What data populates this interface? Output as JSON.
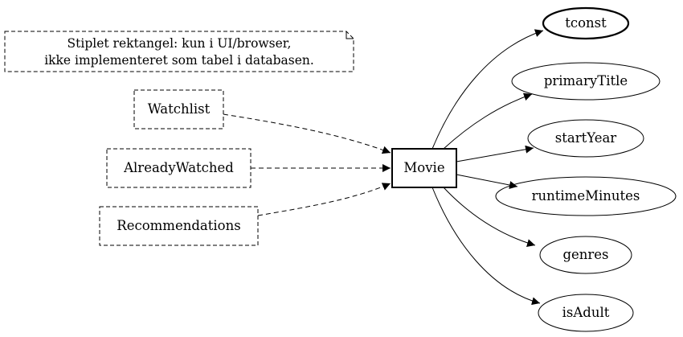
{
  "diagram": {
    "note": {
      "line1": "Stiplet rektangel: kun i UI/browser,",
      "line2": "ikke implementeret som tabel i databasen."
    },
    "entity": {
      "label": "Movie"
    },
    "ui_only": [
      {
        "id": "watchlist",
        "label": "Watchlist"
      },
      {
        "id": "alreadywatched",
        "label": "AlreadyWatched"
      },
      {
        "id": "recommendations",
        "label": "Recommendations"
      }
    ],
    "attributes": [
      {
        "id": "tconst",
        "label": "tconst",
        "key": true
      },
      {
        "id": "primarytitle",
        "label": "primaryTitle",
        "key": false
      },
      {
        "id": "startyear",
        "label": "startYear",
        "key": false
      },
      {
        "id": "runtimeminutes",
        "label": "runtimeMinutes",
        "key": false
      },
      {
        "id": "genres",
        "label": "genres",
        "key": false
      },
      {
        "id": "isadult",
        "label": "isAdult",
        "key": false
      }
    ],
    "edges": [
      {
        "from": "watchlist",
        "to": "Movie",
        "style": "dashed"
      },
      {
        "from": "alreadywatched",
        "to": "Movie",
        "style": "dashed"
      },
      {
        "from": "recommendations",
        "to": "Movie",
        "style": "dashed"
      },
      {
        "from": "Movie",
        "to": "tconst",
        "style": "solid"
      },
      {
        "from": "Movie",
        "to": "primaryTitle",
        "style": "solid"
      },
      {
        "from": "Movie",
        "to": "startYear",
        "style": "solid"
      },
      {
        "from": "Movie",
        "to": "runtimeMinutes",
        "style": "solid"
      },
      {
        "from": "Movie",
        "to": "genres",
        "style": "solid"
      },
      {
        "from": "Movie",
        "to": "isAdult",
        "style": "solid"
      }
    ]
  }
}
